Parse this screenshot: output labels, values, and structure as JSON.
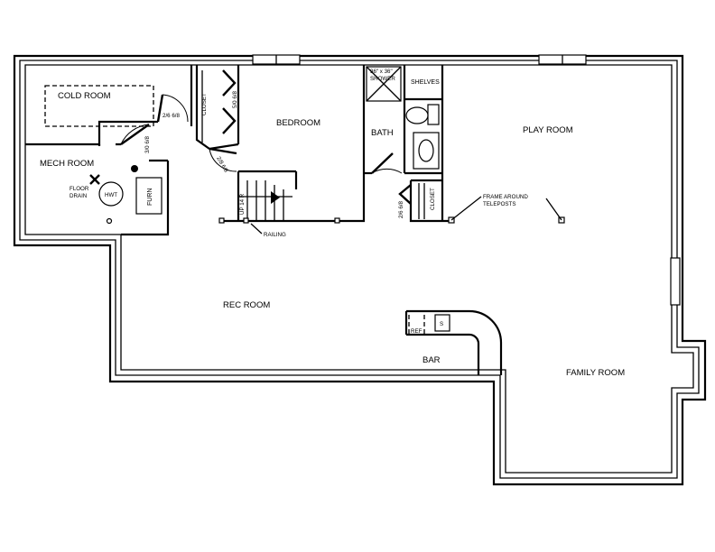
{
  "plan": {
    "rooms": {
      "cold_room": "COLD ROOM",
      "mech_room": "MECH ROOM",
      "bedroom": "BEDROOM",
      "bath": "BATH",
      "play_room": "PLAY ROOM",
      "rec_room": "REC ROOM",
      "bar": "BAR",
      "family_room": "FAMILY ROOM"
    },
    "labels": {
      "closet_left": "CLOSET",
      "closet_right": "CLOSET",
      "shelves": "SHELVES",
      "shower_line1": "36\" x 36\"",
      "shower_line2": "SHOWER",
      "floor_drain_line1": "FLOOR",
      "floor_drain_line2": "DRAIN",
      "hwt": "HWT",
      "furn": "FURN",
      "stair": "UP 14 R",
      "railing": "RAILING",
      "frame_line1": "FRAME AROUND",
      "frame_line2": "TELEPOSTS",
      "ref": "REF",
      "sink": "S"
    },
    "doors": {
      "cold_room_door": "2/6 6/8",
      "mech_room_door": "3/0 6/8",
      "bedroom_door": "2/8 6/8",
      "closet_door": "5/0 6/8",
      "bath_closet_door": "2/6 6/8"
    }
  }
}
